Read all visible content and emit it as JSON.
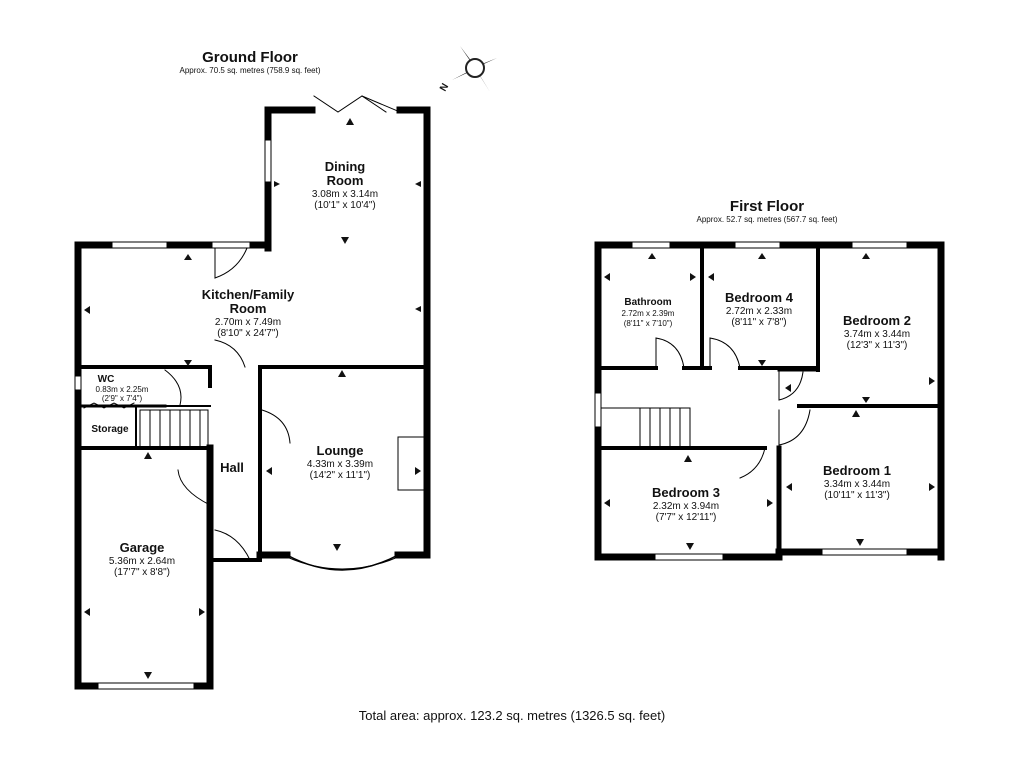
{
  "compass": {
    "label": "N",
    "icon": "compass-icon"
  },
  "ground_floor": {
    "title": "Ground Floor",
    "area": "Approx. 70.5 sq. metres (758.9 sq. feet)",
    "rooms": {
      "dining": {
        "name_l1": "Dining",
        "name_l2": "Room",
        "metric": "3.08m x 3.14m",
        "imperial": "(10'1\" x 10'4\")"
      },
      "kitchen": {
        "name_l1": "Kitchen/Family",
        "name_l2": "Room",
        "metric": "2.70m x 7.49m",
        "imperial": "(8'10\" x 24'7\")"
      },
      "wc": {
        "name": "WC",
        "metric": "0.83m x 2.25m",
        "imperial": "(2'9\" x 7'4\")"
      },
      "storage": {
        "name": "Storage"
      },
      "hall": {
        "name": "Hall"
      },
      "lounge": {
        "name": "Lounge",
        "metric": "4.33m x 3.39m",
        "imperial": "(14'2\" x 11'1\")"
      },
      "garage": {
        "name": "Garage",
        "metric": "5.36m x 2.64m",
        "imperial": "(17'7\" x 8'8\")"
      }
    }
  },
  "first_floor": {
    "title": "First Floor",
    "area": "Approx. 52.7 sq. metres (567.7 sq. feet)",
    "rooms": {
      "bathroom": {
        "name": "Bathroom",
        "metric": "2.72m x 2.39m",
        "imperial": "(8'11\" x 7'10\")"
      },
      "bedroom4": {
        "name": "Bedroom 4",
        "metric": "2.72m x 2.33m",
        "imperial": "(8'11\" x 7'8\")"
      },
      "bedroom2": {
        "name": "Bedroom 2",
        "metric": "3.74m x 3.44m",
        "imperial": "(12'3\" x 11'3\")"
      },
      "bedroom3": {
        "name": "Bedroom 3",
        "metric": "2.32m x 3.94m",
        "imperial": "(7'7\" x 12'11\")"
      },
      "bedroom1": {
        "name": "Bedroom 1",
        "metric": "3.34m x 3.44m",
        "imperial": "(10'11\" x 11'3\")"
      }
    }
  },
  "total_area": "Total area: approx. 123.2 sq. metres (1326.5 sq. feet)"
}
